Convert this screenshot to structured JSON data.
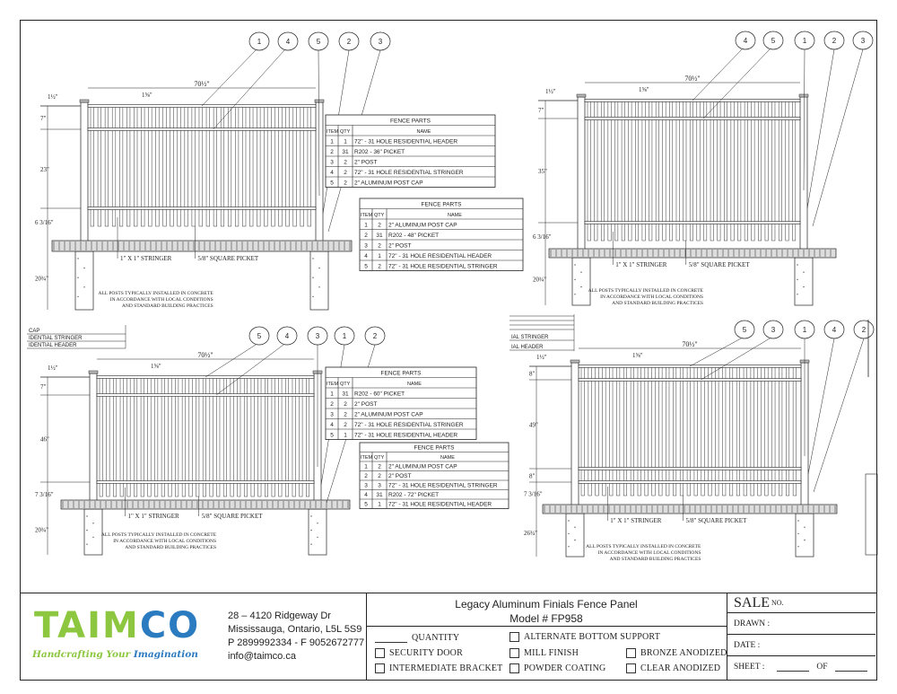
{
  "drawings": [
    {
      "bubbles": [
        "1",
        "4",
        "5",
        "2",
        "3"
      ],
      "dims": {
        "width": "70½\"",
        "gap": "1⅝\"",
        "post": "1½\"",
        "top": "7\"",
        "mid": "23\"",
        "bottom": "6 3/16\"",
        "ground": "20¾\""
      },
      "stringer_label": "1\" X 1\" STRINGER",
      "picket_label": "5/8\" SQUARE PICKET",
      "note": [
        "ALL POSTS TYPICALLY INSTALLED IN CONCRETE",
        "IN ACCORDANCE WITH LOCAL CONDITIONS",
        "AND STANDARD BUILDING PRACTICES"
      ]
    },
    {
      "bubbles": [
        "4",
        "5",
        "1",
        "2",
        "3"
      ],
      "dims": {
        "width": "70½\"",
        "gap": "1⅝\"",
        "post": "1½\"",
        "top": "7\"",
        "mid": "35\"",
        "bottom": "6 3/16\"",
        "ground": "20¾\""
      },
      "stringer_label": "1\" X 1\" STRINGER",
      "picket_label": "5/8\" SQUARE PICKET",
      "note": [
        "ALL POSTS TYPICALLY INSTALLED IN CONCRETE",
        "IN ACCORDANCE WITH LOCAL CONDITIONS",
        "AND STANDARD BUILDING PRACTICES"
      ]
    },
    {
      "bubbles": [
        "5",
        "4",
        "3",
        "1",
        "2"
      ],
      "dims": {
        "width": "70½\"",
        "gap": "1⅝\"",
        "post": "1½\"",
        "top": "7\"",
        "mid": "46\"",
        "bottom": "7 3/16\"",
        "ground": "20¾\""
      },
      "stringer_label": "1\" X 1\" STRINGER",
      "picket_label": "5/8\" SQUARE PICKET",
      "note": [
        "ALL POSTS TYPICALLY INSTALLED IN CONCRETE",
        "IN ACCORDANCE WITH LOCAL CONDITIONS",
        "AND STANDARD BUILDING PRACTICES"
      ]
    },
    {
      "bubbles": [
        "5",
        "3",
        "1",
        "4",
        "2"
      ],
      "dims": {
        "width": "70½\"",
        "gap": "1⅝\"",
        "post": "1½\"",
        "top": "8\"",
        "mid": "49\"",
        "mid2": "8\"",
        "bottom": "7 3/16\"",
        "ground": "26¾\""
      },
      "stringer_label": "1\" X 1\" STRINGER",
      "picket_label": "5/8\" SQUARE PICKET",
      "note": [
        "ALL POSTS TYPICALLY INSTALLED IN CONCRETE",
        "IN ACCORDANCE WITH LOCAL CONDITIONS",
        "AND STANDARD BUILDING PRACTICES"
      ]
    }
  ],
  "parts_tables": [
    {
      "title": "FENCE PARTS",
      "headers": [
        "ITEM",
        "QTY",
        "NAME"
      ],
      "rows": [
        [
          "1",
          "1",
          "72\" - 31 HOLE RESIDENTIAL HEADER"
        ],
        [
          "2",
          "31",
          "R202 - 36\" PICKET"
        ],
        [
          "3",
          "2",
          "2\" POST"
        ],
        [
          "4",
          "2",
          "72\" - 31 HOLE RESIDENTIAL STRINGER"
        ],
        [
          "5",
          "2",
          "2\" ALUMINUM POST CAP"
        ]
      ]
    },
    {
      "title": "FENCE PARTS",
      "headers": [
        "ITEM",
        "QTY",
        "NAME"
      ],
      "rows": [
        [
          "1",
          "2",
          "2\" ALUMINUM POST CAP"
        ],
        [
          "2",
          "31",
          "R202 - 48\" PICKET"
        ],
        [
          "3",
          "2",
          "2\" POST"
        ],
        [
          "4",
          "1",
          "72\" - 31 HOLE RESIDENTIAL HEADER"
        ],
        [
          "5",
          "2",
          "72\" - 31 HOLE RESIDENTIAL STRINGER"
        ]
      ]
    },
    {
      "title": "FENCE PARTS",
      "headers": [
        "ITEM",
        "QTY",
        "NAME"
      ],
      "rows": [
        [
          "1",
          "31",
          "R202 - 60\" PICKET"
        ],
        [
          "2",
          "2",
          "2\" POST"
        ],
        [
          "3",
          "2",
          "2\" ALUMINUM POST CAP"
        ],
        [
          "4",
          "2",
          "72\" - 31 HOLE RESIDENTIAL STRINGER"
        ],
        [
          "5",
          "1",
          "72\" - 31 HOLE RESIDENTIAL HEADER"
        ]
      ]
    },
    {
      "title": "FENCE PARTS",
      "headers": [
        "ITEM",
        "QTY",
        "NAME"
      ],
      "rows": [
        [
          "1",
          "2",
          "2\" ALUMINUM POST CAP"
        ],
        [
          "2",
          "2",
          "2\" POST"
        ],
        [
          "3",
          "3",
          "72\" - 31 HOLE RESIDENTIAL STRINGER"
        ],
        [
          "4",
          "31",
          "R202 - 72\" PICKET"
        ],
        [
          "5",
          "1",
          "72\" - 31 HOLE RESIDENTIAL HEADER"
        ]
      ]
    }
  ],
  "fragments": {
    "left": [
      "CAP",
      "IDENTIAL STRINGER",
      "IDENTIAL HEADER"
    ],
    "right": [
      "IAL STRINGER",
      "IAL HEADER"
    ]
  },
  "title_block": {
    "logo_text": "TAIMCO",
    "logo_parts": {
      "green": "TAIM",
      "blue": "CO"
    },
    "tagline": {
      "green": "Handcrafting Your ",
      "blue": "Imagination"
    },
    "address": [
      "28 – 4120 Ridgeway Dr",
      "Mississauga, Ontario, L5L 5S9",
      "P 2899992334 - F 9052672777",
      "info@taimco.ca"
    ],
    "title": "Legacy Aluminum Finials Fence Panel",
    "model": "Model # FP958",
    "quantity_label": "QUANTITY",
    "options": [
      "ALTERNATE BOTTOM SUPPORT",
      "SECURITY DOOR",
      "MILL FINISH",
      "BRONZE ANODIZED",
      "INTERMEDIATE BRACKET",
      "POWDER COATING",
      "CLEAR ANODIZED"
    ],
    "sale_label": "SALE",
    "sale_no": "NO.",
    "drawn_label": "DRAWN :",
    "date_label": "DATE :",
    "sheet_label": "SHEET :",
    "of_label": "OF"
  },
  "colors": {
    "green": "#8dc63f",
    "blue": "#2b7bc0",
    "line": "#222222"
  }
}
